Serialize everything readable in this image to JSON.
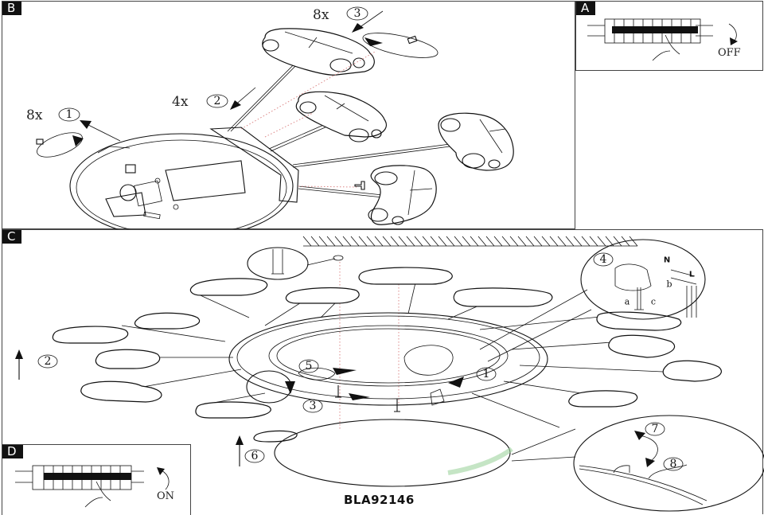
{
  "model_code": "BLA92146",
  "panels": {
    "A": {
      "tag": "A",
      "switch_label": "OFF"
    },
    "B": {
      "tag": "B",
      "callouts": [
        {
          "qty": "8x",
          "step": "1"
        },
        {
          "qty": "4x",
          "step": "2"
        },
        {
          "qty": "8x",
          "step": "3"
        }
      ]
    },
    "C": {
      "tag": "C",
      "steps": [
        "1",
        "2",
        "3",
        "4",
        "5",
        "6",
        "7",
        "8"
      ],
      "wiring_labels": {
        "neutral": "N",
        "live": "L",
        "a": "a",
        "b": "b",
        "c": "c"
      }
    },
    "D": {
      "tag": "D",
      "switch_label": "ON"
    }
  },
  "colors": {
    "line": "#111111",
    "tag_bg": "#111111",
    "guide": "#dd8888",
    "shade": "#9fd49f"
  }
}
